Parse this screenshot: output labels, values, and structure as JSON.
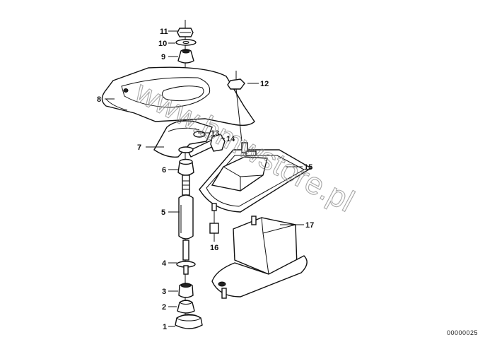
{
  "watermark": "www.bmwstore.pl",
  "document_id": "00000025",
  "callouts": [
    {
      "id": "1",
      "label": "1"
    },
    {
      "id": "2",
      "label": "2"
    },
    {
      "id": "3",
      "label": "3"
    },
    {
      "id": "4",
      "label": "4"
    },
    {
      "id": "5",
      "label": "5"
    },
    {
      "id": "6",
      "label": "6"
    },
    {
      "id": "7",
      "label": "7"
    },
    {
      "id": "8",
      "label": "8"
    },
    {
      "id": "9",
      "label": "9"
    },
    {
      "id": "10",
      "label": "10"
    },
    {
      "id": "11",
      "label": "11"
    },
    {
      "id": "12",
      "label": "12"
    },
    {
      "id": "13",
      "label": "13"
    },
    {
      "id": "14",
      "label": "14"
    },
    {
      "id": "15",
      "label": "15"
    },
    {
      "id": "16",
      "label": "16"
    },
    {
      "id": "17",
      "label": "17"
    }
  ]
}
